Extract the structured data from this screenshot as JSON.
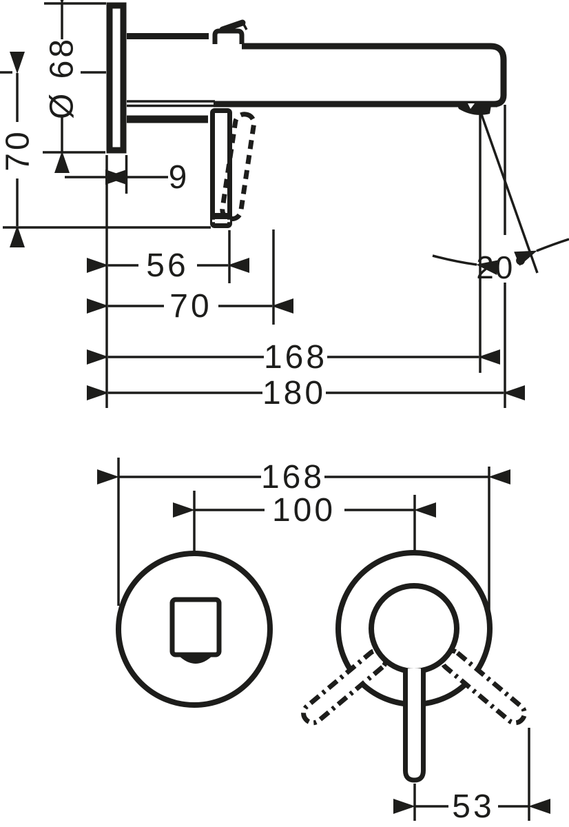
{
  "drawing": {
    "type": "technical-dimension-drawing",
    "subject": "wall-mounted single-lever basin mixer, side view and front view",
    "colors": {
      "line": "#1d1d1b",
      "background": "#ffffff"
    },
    "side_view": {
      "escutcheon_diameter": "Ø 68",
      "spout_axis_to_lever_bottom": "70",
      "escutcheon_depth": "9",
      "wall_to_lever": "56",
      "wall_to_lever_tip": "70",
      "wall_to_aerator": "168",
      "total_spout_reach": "180",
      "aerator_angle": "20°"
    },
    "front_view": {
      "overall_width": "168",
      "distance_between_centers": "100",
      "lever_projection": "53"
    }
  }
}
